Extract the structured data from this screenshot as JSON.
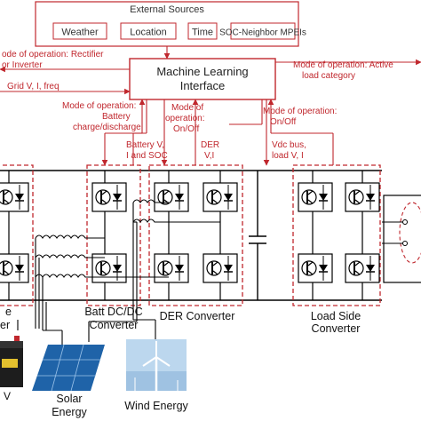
{
  "accent_color": "#c0272d",
  "external_sources": {
    "title": "External Sources",
    "items": [
      "Weather",
      "Location",
      "Time",
      "SOC-Neighbor MPEIs"
    ]
  },
  "ml_interface": {
    "line1": "Machine Learning",
    "line2": "Interface"
  },
  "signals": {
    "rectifier_mode_line1": "ode of operation: Rectifier",
    "rectifier_mode_line2": "or Inverter",
    "grid": "Grid V, I, freq",
    "battery_mode_line1": "Mode of operation:",
    "battery_mode_line2": "Battery",
    "battery_mode_line3": "charge/discharge",
    "onoff_mode_line1": "Mode of",
    "onoff_mode_line2": "operation:",
    "onoff_mode_line3": "On/Off",
    "active_load_line1": "Mode of operation: Active",
    "active_load_line2": "load category",
    "battery_soc_line1": "Battery V,",
    "battery_soc_line2": "I and SOC",
    "der_vi_line1": "DER",
    "der_vi_line2": "V,I",
    "vdc_line1": "Vdc bus,",
    "vdc_line2": "load V, I",
    "load_mode_line1": "Mode of operation:",
    "load_mode_line2": "On/Off"
  },
  "converters": {
    "left_partial": "e",
    "left_partial2": "er",
    "batt_line1": "Batt DC/DC",
    "batt_line2": "Converter",
    "der": "DER Converter",
    "load_line1": "Load Side",
    "load_line2": "Converter"
  },
  "sources": {
    "battery_partial": "V",
    "solar_line1": "Solar",
    "solar_line2": "Energy",
    "wind": "Wind Energy"
  }
}
